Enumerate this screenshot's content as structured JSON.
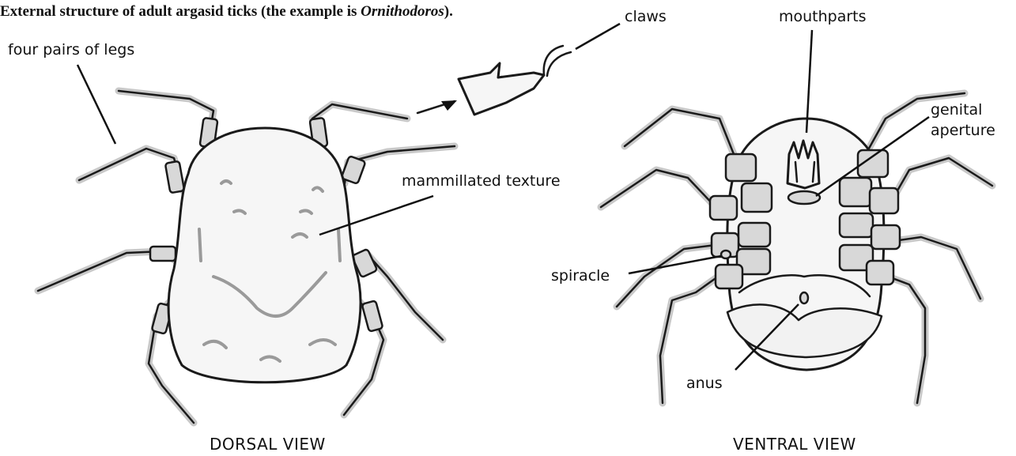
{
  "title": {
    "prefix": "External structure of adult argasid ticks (the example is ",
    "genus": "Ornithodoros",
    "suffix": ")."
  },
  "labels": {
    "four_pairs_of_legs": "four pairs of legs",
    "claws": "claws",
    "mouthparts": "mouthparts",
    "genital_aperture_line1": "genital",
    "genital_aperture_line2": "aperture",
    "mammillated_texture": "mammillated texture",
    "spiracle": "spiracle",
    "anus": "anus"
  },
  "views": {
    "dorsal": "DORSAL VIEW",
    "ventral": "VENTRAL VIEW"
  }
}
